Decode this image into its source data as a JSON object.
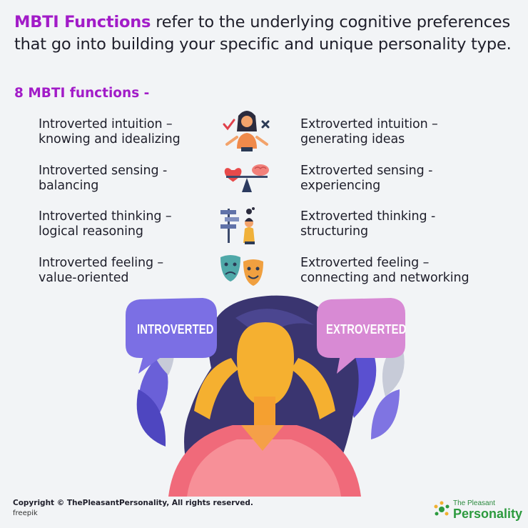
{
  "intro": {
    "highlight": "MBTI Functions",
    "text": " refer to the underlying cognitive preferences that go into building your specific and unique personality type."
  },
  "subheading": "8 MBTI functions -",
  "functions": {
    "left": [
      {
        "name": "Introverted intuition –",
        "desc": "knowing and idealizing"
      },
      {
        "name": "Introverted sensing -",
        "desc": "balancing"
      },
      {
        "name": "Introverted thinking –",
        "desc": "logical reasoning"
      },
      {
        "name": "Introverted feeling –",
        "desc": "value-oriented"
      }
    ],
    "right": [
      {
        "name": "Extroverted intuition –",
        "desc": "generating ideas"
      },
      {
        "name": "Extroverted sensing -",
        "desc": "experiencing"
      },
      {
        "name": "Extroverted thinking -",
        "desc": "structuring"
      },
      {
        "name": "Extroverted feeling –",
        "desc": "connecting and networking"
      }
    ]
  },
  "illustration": {
    "left_bubble": "INTROVERTED",
    "right_bubble": "EXTROVERTED"
  },
  "footer": {
    "copyright": "Copyright © ThePleasantPersonality, All rights reserved.",
    "credit": "freepik",
    "brand_top": "The Pleasant",
    "brand_main": "Personality"
  },
  "colors": {
    "accent": "#a21cc8",
    "background": "#f2f4f6",
    "brand": "#2c9a3e"
  }
}
